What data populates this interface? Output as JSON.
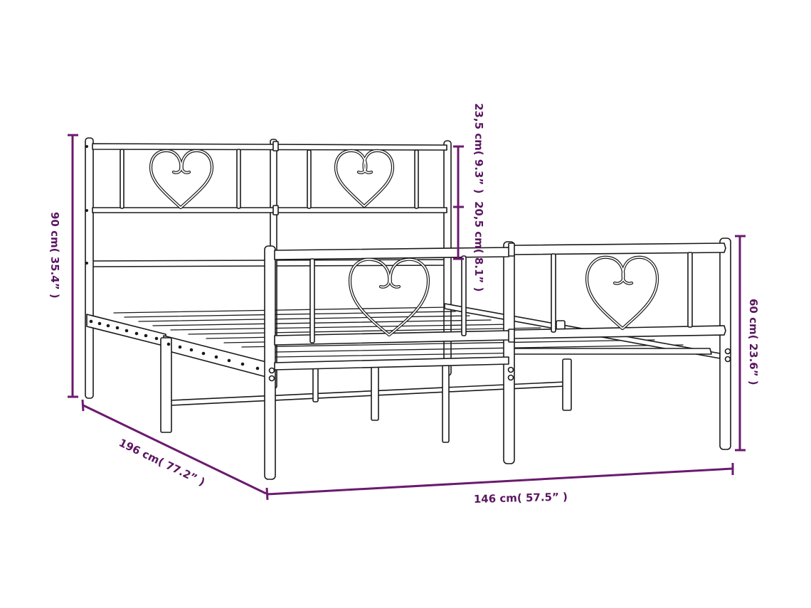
{
  "diagram": {
    "subject": "Metal bed frame with heart-shaped headboard and footboard",
    "dimension_color": "#6b1a6e",
    "line_color": "#1a1a1a",
    "background": "#ffffff",
    "dimensions": {
      "headboard_height": {
        "label": "90 cm( 35.4” )"
      },
      "headboard_upper_panel": {
        "label": "23,5 cm( 9.3” )"
      },
      "headboard_lower_gap": {
        "label": "20,5 cm( 8.1” )"
      },
      "footboard_height": {
        "label": "60 cm( 23.6” )"
      },
      "length": {
        "label": "196 cm( 77.2” )"
      },
      "width": {
        "label": "146 cm( 57.5” )"
      }
    }
  }
}
